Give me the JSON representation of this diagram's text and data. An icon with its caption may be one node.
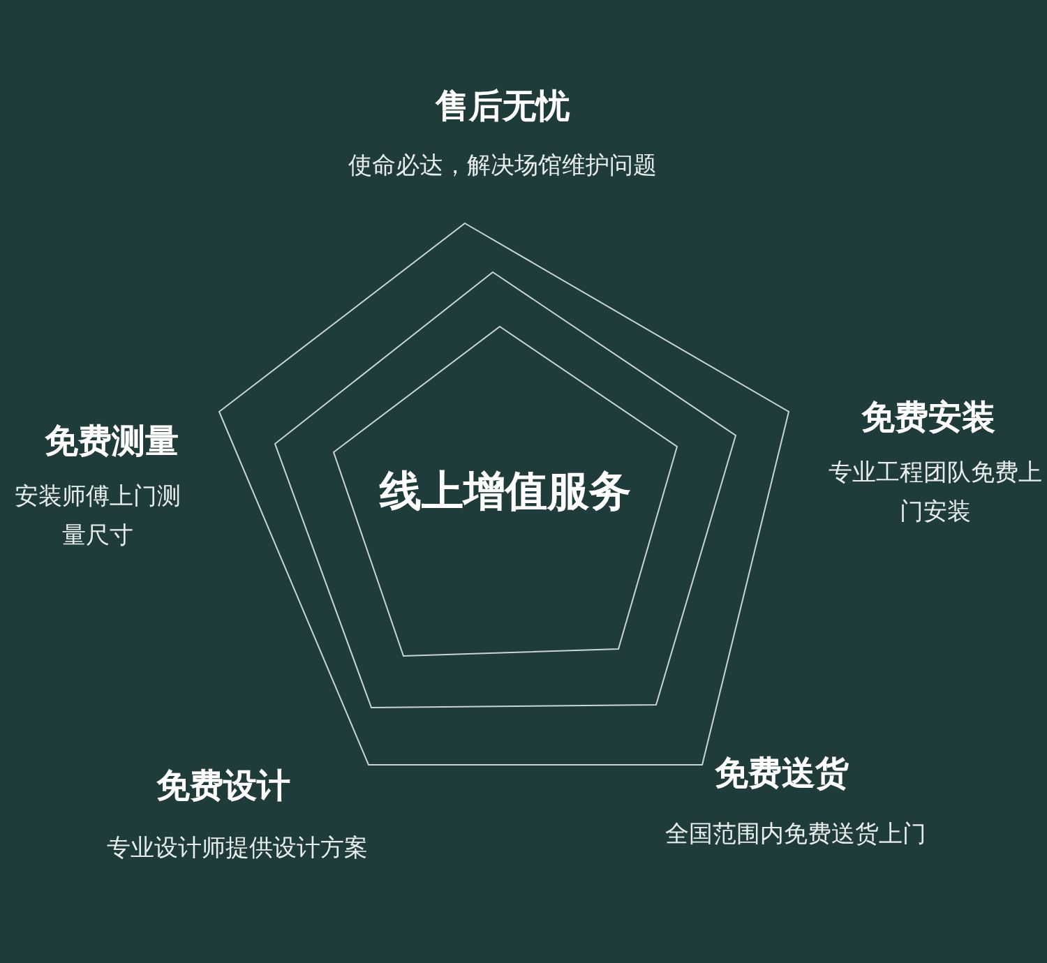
{
  "diagram": {
    "nodes": [
      {
        "text": [
          "线上增值服务"
        ]
      }
    ],
    "labels": [
      "售后无忧",
      "使命必达，解决场馆维护问题",
      "免费测量",
      "安装师傅上门测量尺寸",
      "免费安装",
      "专业工程团队免费上门安装",
      "免费设计",
      "专业设计师提供设计方案",
      "免费送货",
      "全国范围内免费送货上门"
    ]
  }
}
